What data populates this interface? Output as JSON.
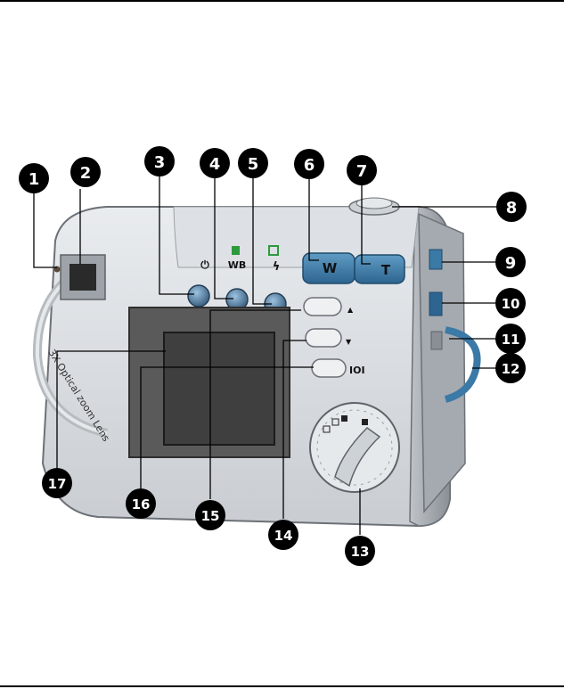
{
  "figure": {
    "callouts": [
      {
        "label": "1"
      },
      {
        "label": "2"
      },
      {
        "label": "3"
      },
      {
        "label": "4"
      },
      {
        "label": "5"
      },
      {
        "label": "6"
      },
      {
        "label": "7"
      },
      {
        "label": "8"
      },
      {
        "label": "9"
      },
      {
        "label": "10"
      },
      {
        "label": "11"
      },
      {
        "label": "12"
      },
      {
        "label": "13"
      },
      {
        "label": "14"
      },
      {
        "label": "15"
      },
      {
        "label": "16"
      },
      {
        "label": "17"
      }
    ],
    "button_marks": {
      "power": "⏻",
      "white_balance": "WB",
      "flash": "ϟ",
      "zoom_wide": "W",
      "zoom_tele": "T",
      "display": "IOI",
      "menu_up": "▲",
      "menu_down": "▼"
    },
    "lens_ring_text": "3X Optical zoom Lens",
    "colors": {
      "body": "#d7dbe0",
      "lcd": "#4f4f4f",
      "zoom": "#3b79a6",
      "accent_green": "#2e9a3e"
    }
  }
}
